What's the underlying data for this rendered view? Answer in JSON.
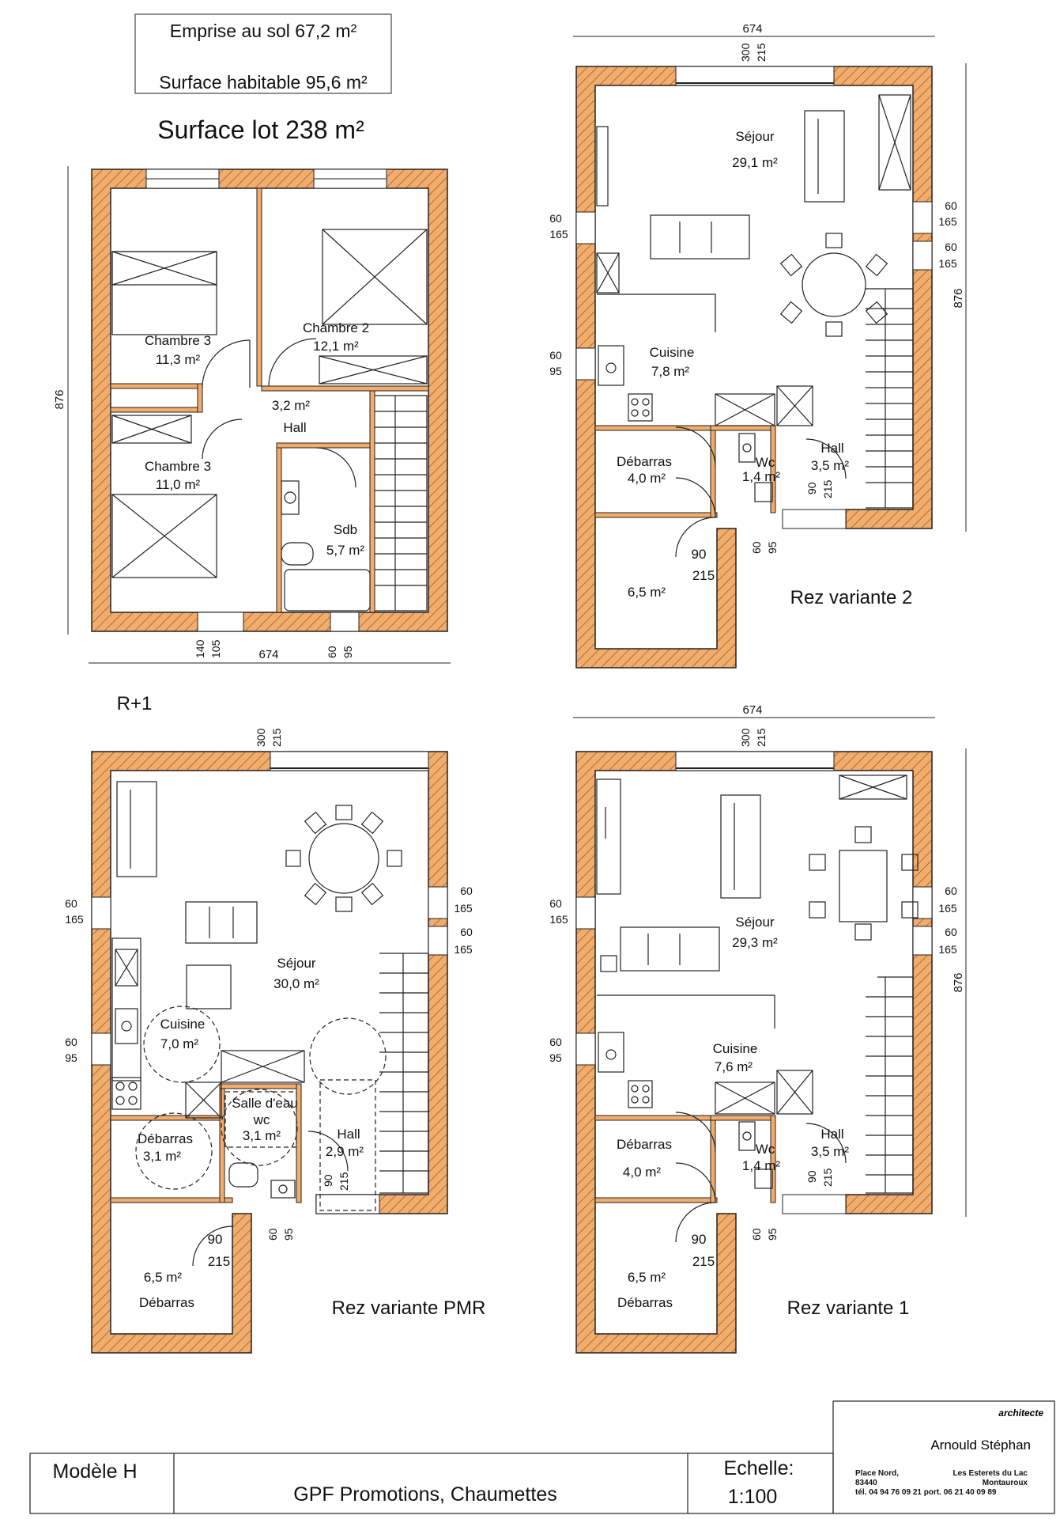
{
  "header": {
    "emprise": "Emprise au sol  67,2 m²",
    "surface_habitable": "Surface habitable 95,6 m²",
    "surface_lot": "Surface lot 238 m²"
  },
  "plans": {
    "r1": {
      "title": "R+1",
      "width_dim": "674",
      "height_dim": "876",
      "rooms": [
        {
          "name": "Chambre 3",
          "area": "11,3 m²"
        },
        {
          "name": "Chambre 2",
          "area": "12,1 m²"
        },
        {
          "name": "Hall",
          "area": "3,2 m²"
        },
        {
          "name": "Chambre 3",
          "area": "11,0 m²"
        },
        {
          "name": "Sdb",
          "area": "5,7 m²"
        }
      ],
      "openings": [
        {
          "w": "140",
          "h": "105"
        },
        {
          "w": "60",
          "h": "95"
        }
      ]
    },
    "v2": {
      "title": "Rez variante 2",
      "width_dim": "674",
      "height_dim": "876",
      "top_opening": {
        "w": "300",
        "h": "215"
      },
      "rooms": [
        {
          "name": "Séjour",
          "area": "29,1 m²"
        },
        {
          "name": "Cuisine",
          "area": "7,8 m²"
        },
        {
          "name": "Débarras",
          "area": "4,0 m²"
        },
        {
          "name": "Wc",
          "area": "1,4 m²"
        },
        {
          "name": "Hall",
          "area": "3,5 m²"
        },
        {
          "name": "",
          "area": "6,5 m²"
        }
      ],
      "openings": [
        {
          "w": "60",
          "h": "165"
        },
        {
          "w": "60",
          "h": "165"
        },
        {
          "w": "60",
          "h": "165"
        },
        {
          "w": "60",
          "h": "95"
        },
        {
          "w": "90",
          "h": "215"
        },
        {
          "w": "60",
          "h": "95"
        },
        {
          "w": "90",
          "h": "215"
        }
      ]
    },
    "pmr": {
      "title": "Rez variante PMR",
      "top_opening": {
        "w": "300",
        "h": "215"
      },
      "rooms": [
        {
          "name": "Séjour",
          "area": "30,0 m²"
        },
        {
          "name": "Cuisine",
          "area": "7,0 m²"
        },
        {
          "name": "Salle d'eau",
          "area": "wc"
        },
        {
          "name": "",
          "area": "3,1 m²"
        },
        {
          "name": "Débarras",
          "area": "3,1 m²"
        },
        {
          "name": "Hall",
          "area": "2,9 m²"
        },
        {
          "name": "Débarras",
          "area": "6,5 m²"
        }
      ],
      "openings": [
        {
          "w": "60",
          "h": "165"
        },
        {
          "w": "60",
          "h": "165"
        },
        {
          "w": "60",
          "h": "165"
        },
        {
          "w": "60",
          "h": "95"
        },
        {
          "w": "90",
          "h": "215"
        },
        {
          "w": "60",
          "h": "95"
        },
        {
          "w": "90",
          "h": "215"
        }
      ]
    },
    "v1": {
      "title": "Rez variante 1",
      "width_dim": "674",
      "height_dim": "876",
      "top_opening": {
        "w": "300",
        "h": "215"
      },
      "rooms": [
        {
          "name": "Séjour",
          "area": "29,3 m²"
        },
        {
          "name": "Cuisine",
          "area": "7,6 m²"
        },
        {
          "name": "Débarras",
          "area": "4,0 m²"
        },
        {
          "name": "Wc",
          "area": "1,4 m²"
        },
        {
          "name": "Hall",
          "area": "3,5 m²"
        },
        {
          "name": "Débarras",
          "area": "6,5 m²"
        }
      ],
      "openings": [
        {
          "w": "60",
          "h": "165"
        },
        {
          "w": "60",
          "h": "165"
        },
        {
          "w": "60",
          "h": "165"
        },
        {
          "w": "60",
          "h": "95"
        },
        {
          "w": "90",
          "h": "215"
        },
        {
          "w": "60",
          "h": "95"
        },
        {
          "w": "90",
          "h": "215"
        }
      ]
    }
  },
  "title_block": {
    "model": "Modèle H",
    "project": "GPF Promotions, Chaumettes",
    "scale_label": "Echelle:",
    "scale_value": "1:100",
    "role": "architecte",
    "architect": "Arnould Stéphan",
    "address_left_1": "Place Nord,",
    "address_left_2": "83440",
    "address_right_1": "Les Esterets du Lac",
    "address_right_2": "Montauroux",
    "phone": "tél. 04 94 76 09 21  port. 06 21 40 09 89"
  },
  "colors": {
    "wall": "#f2ac6b",
    "wall_outline": "#222222"
  }
}
